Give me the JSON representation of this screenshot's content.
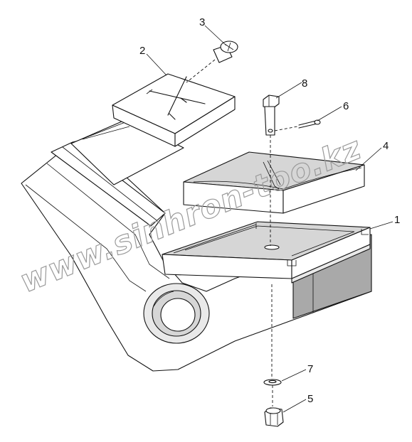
{
  "callouts": [
    {
      "id": "1",
      "label": "1"
    },
    {
      "id": "2",
      "label": "2"
    },
    {
      "id": "3",
      "label": "3"
    },
    {
      "id": "4",
      "label": "4"
    },
    {
      "id": "5",
      "label": "5"
    },
    {
      "id": "6",
      "label": "6"
    },
    {
      "id": "7",
      "label": "7"
    },
    {
      "id": "8",
      "label": "8"
    }
  ],
  "watermark": "www.sinhron-too.kz",
  "colors": {
    "line": "#111111",
    "shade": "#d6d6d6",
    "dark": "#a9a9a9",
    "watermark": "#9a9a9a"
  }
}
